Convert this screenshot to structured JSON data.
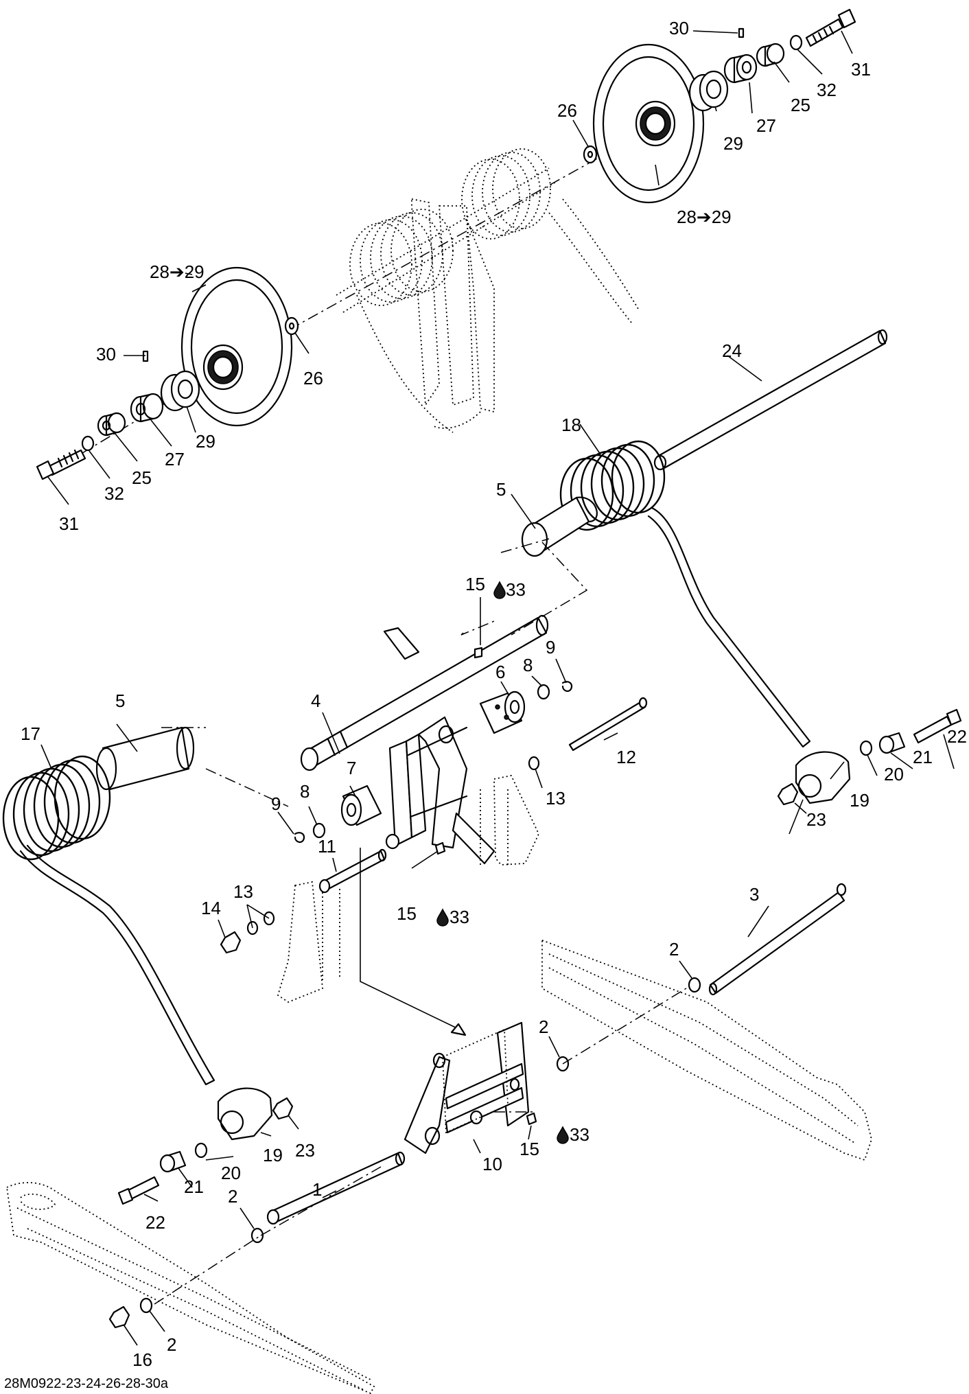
{
  "drawing_code": "28M0922-23-24-26-28-30a",
  "callouts": {
    "c1": "1",
    "c2a": "2",
    "c2b": "2",
    "c2c": "2",
    "c2d": "2",
    "c3": "3",
    "c4": "4",
    "c5a": "5",
    "c5b": "5",
    "c6": "6",
    "c7": "7",
    "c8a": "8",
    "c8b": "8",
    "c9a": "9",
    "c9b": "9",
    "c10": "10",
    "c11": "11",
    "c12": "12",
    "c13a": "13",
    "c13b": "13",
    "c14": "14",
    "c15a": "15",
    "c15b": "15",
    "c15c": "15",
    "c16": "16",
    "c17": "17",
    "c18": "18",
    "c19a": "19",
    "c19b": "19",
    "c20a": "20",
    "c20b": "20",
    "c21a": "21",
    "c21b": "21",
    "c22a": "22",
    "c22b": "22",
    "c23a": "23",
    "c23b": "23",
    "c24": "24",
    "c25a": "25",
    "c25b": "25",
    "c26a": "26",
    "c26b": "26",
    "c27a": "27",
    "c27b": "27",
    "c28a": "28➔29",
    "c28b": "28➔29",
    "c29a": "29",
    "c29b": "29",
    "c30a": "30",
    "c30b": "30",
    "c31a": "31",
    "c31b": "31",
    "c32a": "32",
    "c32b": "32",
    "c33a": "33",
    "c33b": "33",
    "c33c": "33"
  },
  "icons": {
    "lubricant": "oil-drop-icon"
  }
}
